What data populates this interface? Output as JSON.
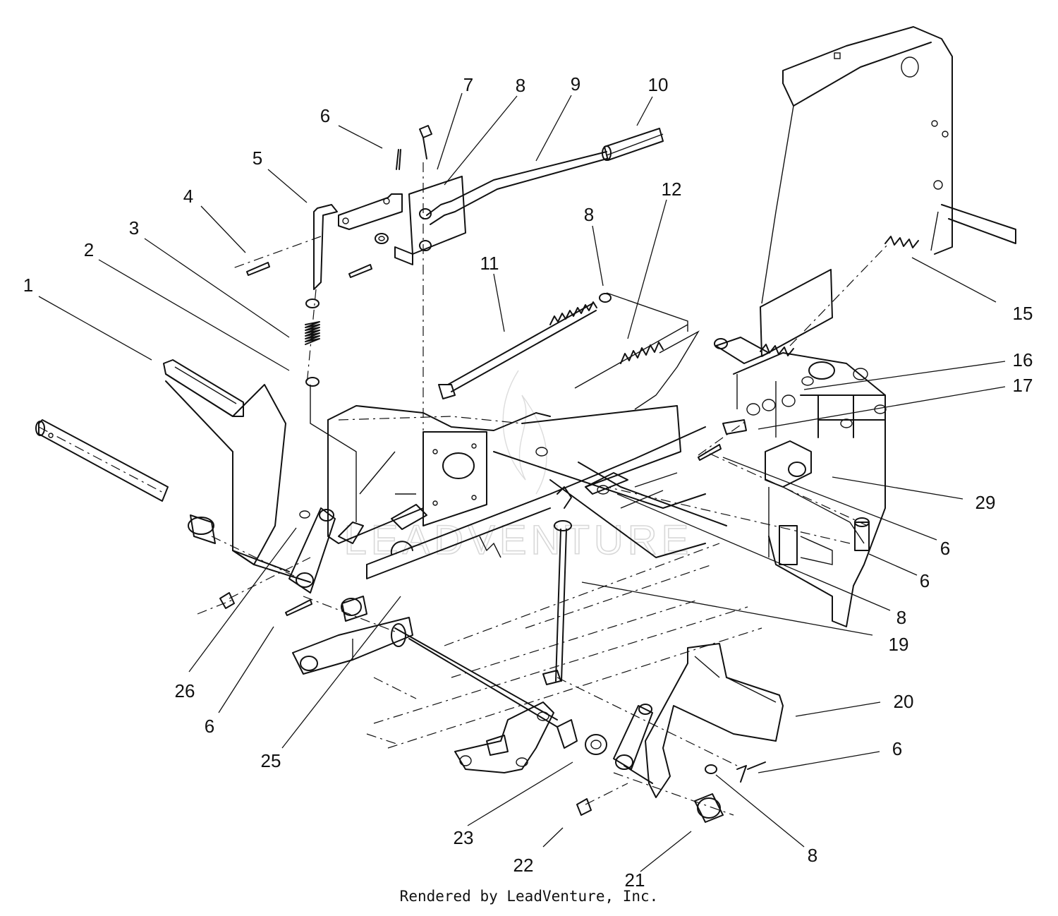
{
  "watermark": "LEADVENTURE",
  "credit": "Rendered by LeadVenture, Inc.",
  "callouts": [
    {
      "id": "c1",
      "text": "1"
    },
    {
      "id": "c2",
      "text": "2"
    },
    {
      "id": "c3",
      "text": "3"
    },
    {
      "id": "c4",
      "text": "4"
    },
    {
      "id": "c5",
      "text": "5"
    },
    {
      "id": "c6a",
      "text": "6"
    },
    {
      "id": "c7",
      "text": "7"
    },
    {
      "id": "c8a",
      "text": "8"
    },
    {
      "id": "c9",
      "text": "9"
    },
    {
      "id": "c10",
      "text": "10"
    },
    {
      "id": "c11",
      "text": "11"
    },
    {
      "id": "c8b",
      "text": "8"
    },
    {
      "id": "c12",
      "text": "12"
    },
    {
      "id": "c15",
      "text": "15"
    },
    {
      "id": "c16",
      "text": "16"
    },
    {
      "id": "c17",
      "text": "17"
    },
    {
      "id": "c29",
      "text": "29"
    },
    {
      "id": "c6b",
      "text": "6"
    },
    {
      "id": "c6c",
      "text": "6"
    },
    {
      "id": "c8c",
      "text": "8"
    },
    {
      "id": "c19",
      "text": "19"
    },
    {
      "id": "c20",
      "text": "20"
    },
    {
      "id": "c6d",
      "text": "6"
    },
    {
      "id": "c8d",
      "text": "8"
    },
    {
      "id": "c21",
      "text": "21"
    },
    {
      "id": "c22",
      "text": "22"
    },
    {
      "id": "c23",
      "text": "23"
    },
    {
      "id": "c25",
      "text": "25"
    },
    {
      "id": "c6e",
      "text": "6"
    },
    {
      "id": "c26",
      "text": "26"
    }
  ]
}
